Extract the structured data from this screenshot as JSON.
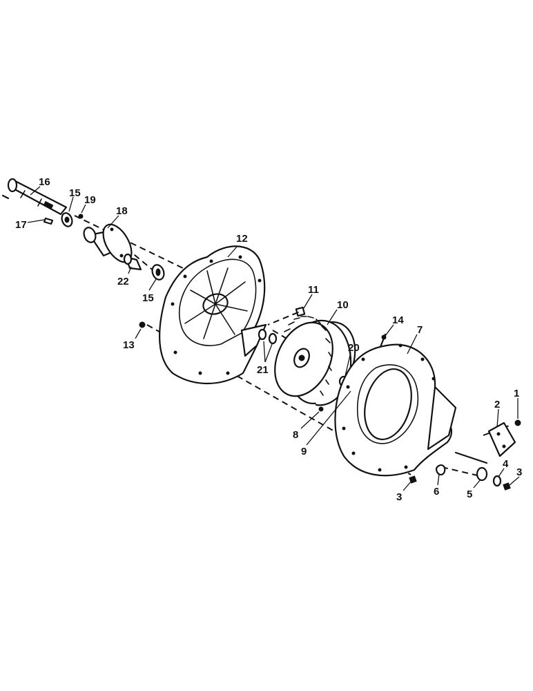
{
  "callouts": {
    "c1": "1",
    "c2": "2",
    "c3a": "3",
    "c3b": "3",
    "c4": "4",
    "c5": "5",
    "c6": "6",
    "c7": "7",
    "c8": "8",
    "c9": "9",
    "c10": "10",
    "c11": "11",
    "c12": "12",
    "c13": "13",
    "c14": "14",
    "c15a": "15",
    "c15b": "15",
    "c16": "16",
    "c17": "17",
    "c18": "18",
    "c19": "19",
    "c20": "20",
    "c21": "21",
    "c22": "22"
  },
  "icons": {
    "shaft": "drive-shaft-icon",
    "bearing": "bearing-icon",
    "housing": "bearing-housing-icon",
    "rear_plate": "rear-housing-plate-icon",
    "impeller": "fan-impeller-icon",
    "front_cover": "front-housing-cover-icon",
    "bracket": "bracket-plate-icon"
  },
  "colors": {
    "line": "#111111",
    "background": "#ffffff"
  }
}
